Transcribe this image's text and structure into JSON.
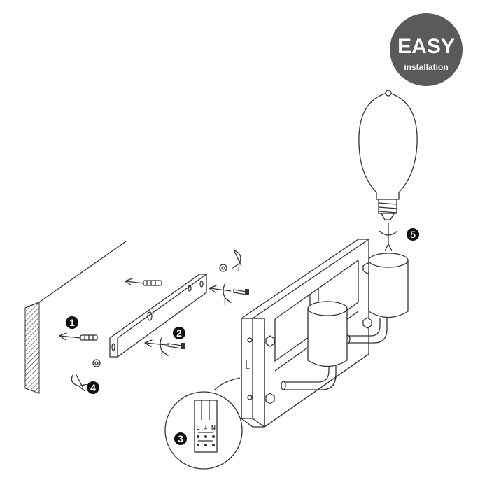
{
  "badge": {
    "title": "EASY",
    "subtitle": "installation",
    "color": "#5a5a5a"
  },
  "steps": [
    "1",
    "2",
    "3",
    "4",
    "5"
  ],
  "terminals": [
    "L",
    "⏚",
    "N"
  ],
  "colors": {
    "line": "#333333",
    "step_circle": "#111111",
    "background": "#ffffff"
  }
}
